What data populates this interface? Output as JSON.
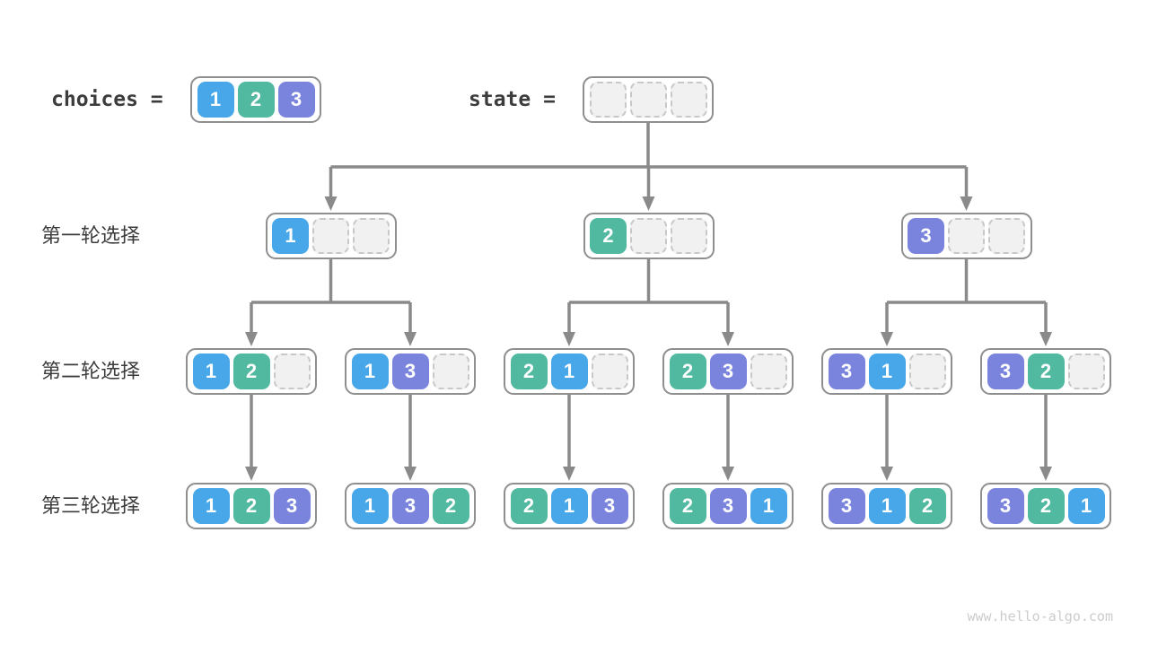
{
  "header": {
    "choices_label": "choices =",
    "state_label": "state =",
    "choices_values": [
      1,
      2,
      3
    ],
    "state_values": [
      null,
      null,
      null
    ]
  },
  "rows": [
    {
      "label": "第一轮选择",
      "nodes": [
        [
          1,
          null,
          null
        ],
        [
          2,
          null,
          null
        ],
        [
          3,
          null,
          null
        ]
      ]
    },
    {
      "label": "第二轮选择",
      "nodes": [
        [
          1,
          2,
          null
        ],
        [
          1,
          3,
          null
        ],
        [
          2,
          1,
          null
        ],
        [
          2,
          3,
          null
        ],
        [
          3,
          1,
          null
        ],
        [
          3,
          2,
          null
        ]
      ]
    },
    {
      "label": "第三轮选择",
      "nodes": [
        [
          1,
          2,
          3
        ],
        [
          1,
          3,
          2
        ],
        [
          2,
          1,
          3
        ],
        [
          2,
          3,
          1
        ],
        [
          3,
          1,
          2
        ],
        [
          3,
          2,
          1
        ]
      ]
    }
  ],
  "colors": {
    "value_1": "#47A7E8",
    "value_2": "#52B9A1",
    "value_3": "#7B84DD",
    "arrow": "#8A8A8A",
    "node_border": "#8F8F8F",
    "empty_cell_bg": "#F1F1F1",
    "empty_cell_border": "#C8C8C8",
    "text": "#3C3C3C"
  },
  "watermark": "www.hello-algo.com"
}
